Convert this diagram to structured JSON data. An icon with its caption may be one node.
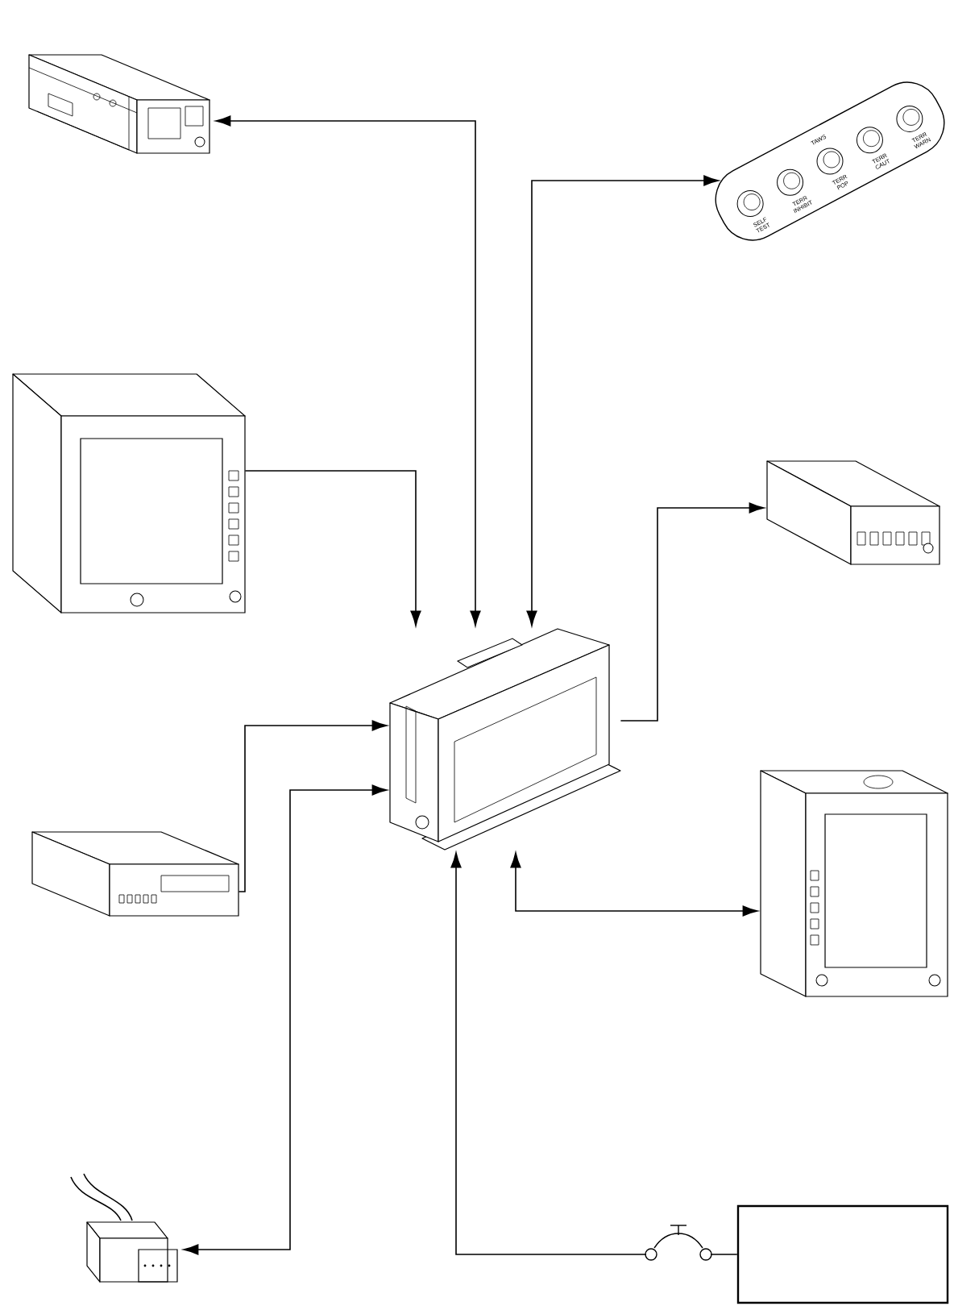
{
  "diagram": {
    "nodes": [
      {
        "text": [],
        "shape": "picture"
      },
      {
        "text": [
          "SELF TEST",
          "TERR INHIBIT",
          "TAWS",
          "TERR POP",
          "TERR CAUT",
          "TERR WARN"
        ]
      },
      {
        "text": [],
        "shape": "picture"
      },
      {
        "text": [],
        "shape": "picture"
      },
      {
        "text": [],
        "shape": "picture"
      },
      {
        "text": [],
        "shape": "picture"
      },
      {
        "text": [],
        "shape": "picture"
      },
      {
        "text": [],
        "shape": "picture"
      },
      {
        "text": [],
        "shape": "box"
      }
    ],
    "edges": [
      {
        "from": 4,
        "to": 0,
        "arrow": "both"
      },
      {
        "from": 4,
        "to": 1,
        "arrow": "both"
      },
      {
        "from": 2,
        "to": 4,
        "arrow": "to"
      },
      {
        "from": 4,
        "to": 3,
        "arrow": "to"
      },
      {
        "from": 5,
        "to": 4,
        "arrow": "to"
      },
      {
        "from": 7,
        "to": 4,
        "arrow": "both"
      },
      {
        "from": 4,
        "to": 6,
        "arrow": "both"
      },
      {
        "from": 8,
        "to": 4,
        "arrow": "to"
      }
    ]
  }
}
